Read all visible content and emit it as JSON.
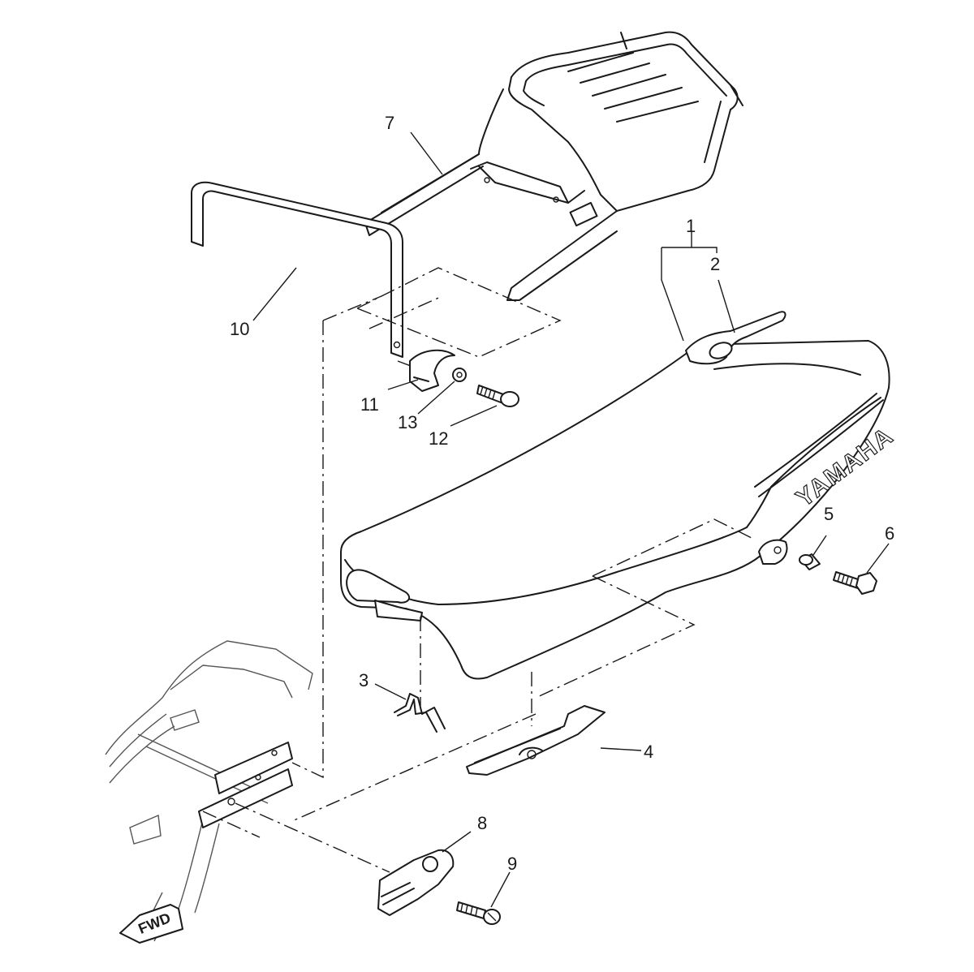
{
  "diagram": {
    "type": "exploded-parts-diagram",
    "subject": "motorcycle seat assembly",
    "brand_mark": "YAMAHA",
    "direction_marker": "FWD",
    "callouts": [
      {
        "id": "1",
        "label": "1",
        "part": "seat assembly (group)"
      },
      {
        "id": "2",
        "label": "2",
        "part": "seat hook / latch"
      },
      {
        "id": "3",
        "label": "3",
        "part": "seat spring clip"
      },
      {
        "id": "4",
        "label": "4",
        "part": "seat bracket plate"
      },
      {
        "id": "5",
        "label": "5",
        "part": "collar"
      },
      {
        "id": "6",
        "label": "6",
        "part": "bolt"
      },
      {
        "id": "7",
        "label": "7",
        "part": "rear carrier rack"
      },
      {
        "id": "8",
        "label": "8",
        "part": "seat lock"
      },
      {
        "id": "9",
        "label": "9",
        "part": "screw"
      },
      {
        "id": "10",
        "label": "10",
        "part": "grab bar"
      },
      {
        "id": "11",
        "label": "11",
        "part": "bracket"
      },
      {
        "id": "12",
        "label": "12",
        "part": "bolt"
      },
      {
        "id": "13",
        "label": "13",
        "part": "washer"
      }
    ]
  }
}
